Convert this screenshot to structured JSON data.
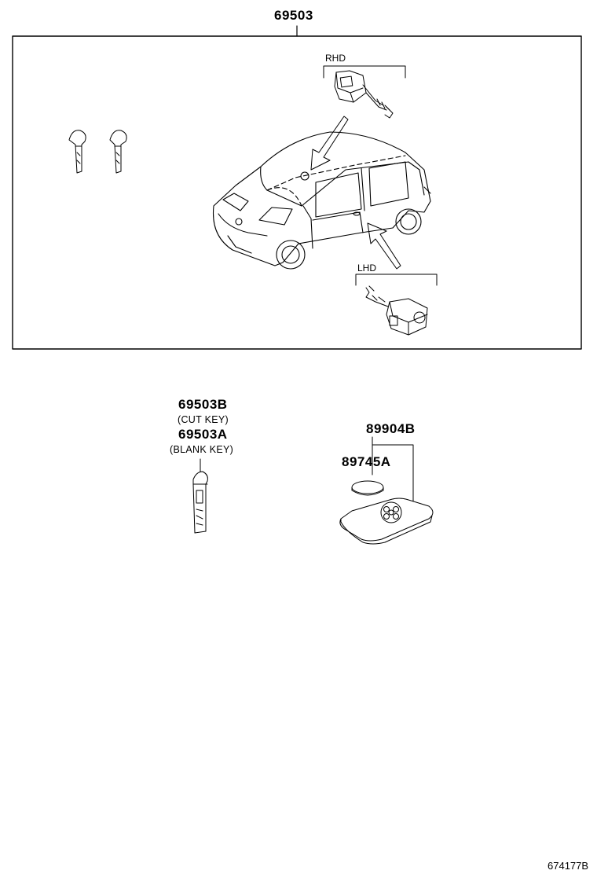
{
  "diagram": {
    "assembly_part_number": "69503",
    "rhd_label": "RHD",
    "lhd_label": "LHD",
    "cut_key_part_number": "69503B",
    "cut_key_desc": "(CUT KEY)",
    "blank_key_part_number": "69503A",
    "blank_key_desc": "(BLANK KEY)",
    "transmitter_part_number": "89904B",
    "battery_part_number": "89745A",
    "illustration_ref": "674177B"
  }
}
